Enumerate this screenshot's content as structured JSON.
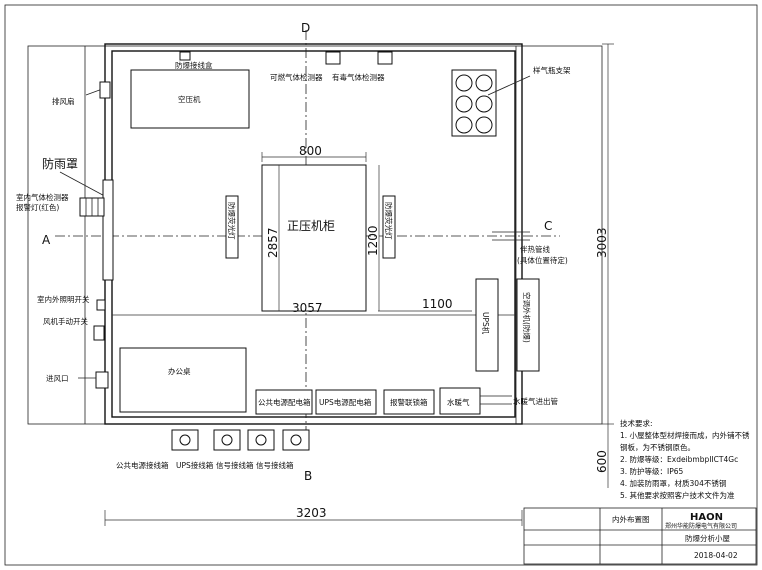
{
  "markers": {
    "top": "D",
    "left": "A",
    "right": "C",
    "bottom": "B"
  },
  "labels": {
    "fan": "排风扇",
    "rain_cover": "防雨罩",
    "indoor_detector": "室内气体检测器",
    "alarm_lamp": "报警灯(红色)",
    "light_switch": "室内外照明开关",
    "fan_switch": "风机手动开关",
    "air_inlet": "进风口",
    "explosion_box": "防爆接线盒",
    "combustible_detector": "可燃气体检测器",
    "toxic_detector": "有毒气体检测器",
    "bottle_rack": "样气瓶支架",
    "aircon": "空压机",
    "cabinet": "正压机柜",
    "lamp_left": "防爆荧光灯",
    "lamp_right": "防爆荧光灯",
    "heat_line": "伴热管线",
    "heat_line_note": "(具体位置待定)",
    "ups_unit": "UPS机",
    "exhaust_fan": "空调外机(防爆)",
    "desk": "办公桌",
    "public_box": "公共电源配电箱",
    "ups_box": "UPS电源配电箱",
    "alarm_box": "报警联锁箱",
    "water_heater": "水暖气",
    "water_pipe": "水暖气进出管",
    "public_terminal": "公共电源接线箱",
    "ups_terminal": "UPS接线箱",
    "signal_terminal_1": "信号接线箱",
    "signal_terminal_2": "信号接线箱"
  },
  "dimensions": {
    "width_total": "3203",
    "inner_width": "3057",
    "cabinet_width": "800",
    "height_total": "3003",
    "cabinet_height_left": "2857",
    "cabinet_height_right": "1200",
    "offset_1100": "1100",
    "bottom_600": "600"
  },
  "notes": {
    "title": "技术要求:",
    "items": [
      "1. 小屋整体型材焊接而成，内外铺不锈",
      "   钢板，为不锈钢原色。",
      "2. 防爆等级：ExdeibmbpIICT4Gc",
      "3. 防护等级：IP65",
      "4. 加装防雨罩，材质304不锈钢",
      "5. 其他要求按照客户技术文件为准"
    ]
  },
  "title_block": {
    "drawing_name": "内外布置图",
    "logo": "HAON",
    "company": "郑州华能防爆电气有限公司",
    "product": "防爆分析小屋",
    "date": "2018-04-02"
  }
}
